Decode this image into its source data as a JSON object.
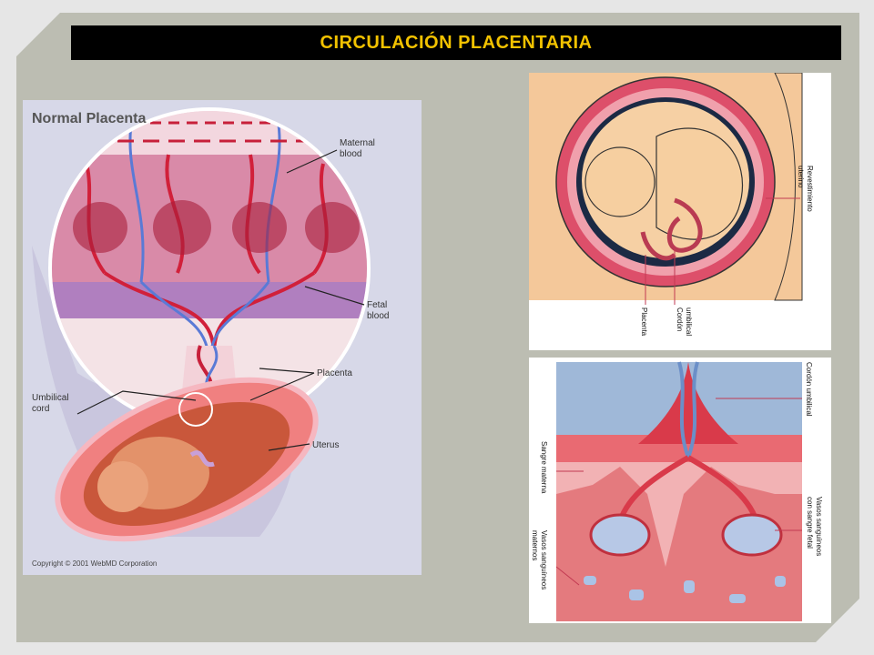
{
  "slide": {
    "title": "CIRCULACIÓN PLACENTARIA"
  },
  "left_figure": {
    "heading": "Normal Placenta",
    "labels": {
      "maternal_blood": [
        "Maternal",
        "blood"
      ],
      "fetal_blood": [
        "Fetal",
        "blood"
      ],
      "placenta": "Placenta",
      "umbilical_cord": [
        "Umbilical",
        "cord"
      ],
      "uterus": "Uterus"
    },
    "copyright": "Copyright © 2001 WebMD Corporation"
  },
  "right_top_figure": {
    "labels": {
      "revestimiento": [
        "Revestimiento",
        "uterino"
      ],
      "cordon": [
        "Cordón",
        "umbilical"
      ],
      "placenta": "Placenta"
    }
  },
  "right_bottom_figure": {
    "labels": {
      "cordon_umbilical": "Cordón umbilical",
      "sangre_materna": "Sangre materna",
      "vasos_fetal": [
        "Vasos sanguíneos",
        "con sangre fetal"
      ],
      "vasos_maternos": [
        "Vasos sanguíneos",
        "maternos"
      ]
    }
  },
  "colors": {
    "slide_bg": "#bcbdb2",
    "title_bar": "#000000",
    "title_text": "#f2c200"
  }
}
